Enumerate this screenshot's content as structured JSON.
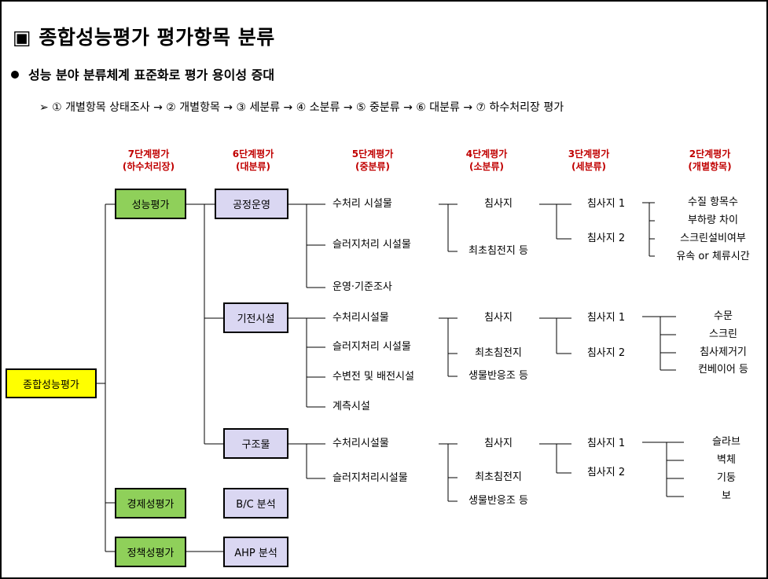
{
  "title": "▣ 종합성능평가 평가항목 분류",
  "bullet": "성능 분야 분류체계 표준화로 평가 용이성 증대",
  "process": "➢ ① 개별항목 상태조사 → ② 개별항목 → ③ 세분류 → ④ 소분류 → ⑤ 중분류 → ⑥ 대분류 → ⑦ 하수처리장 평가",
  "headers": {
    "h7": {
      "line1": "7단계평가",
      "line2": "(하수처리장)"
    },
    "h6": {
      "line1": "6단계평가",
      "line2": "(대분류)"
    },
    "h5": {
      "line1": "5단계평가",
      "line2": "(중분류)"
    },
    "h4": {
      "line1": "4단계평가",
      "line2": "(소분류)"
    },
    "h3": {
      "line1": "3단계평가",
      "line2": "(세분류)"
    },
    "h2": {
      "line1": "2단계평가",
      "line2": "(개별항목)"
    }
  },
  "root": "종합성능평가",
  "l7": {
    "performance": "성능평가",
    "economic": "경제성평가",
    "policy": "정책성평가"
  },
  "l6": {
    "process": "공정운영",
    "electro": "기전시설",
    "structure": "구조물",
    "bc": "B/C 분석",
    "ahp": "AHP 분석"
  },
  "group1": {
    "mid": [
      "수처리 시설물",
      "슬러지처리 시설물",
      "운영·기준조사"
    ],
    "small": [
      "침사지",
      "최초침전지 등"
    ],
    "fine": [
      "침사지 1",
      "침사지 2"
    ],
    "items": [
      "수질 항목수",
      "부하량 차이",
      "스크린설비여부",
      "유속 or 체류시간"
    ]
  },
  "group2": {
    "mid": [
      "수처리시설물",
      "슬러지처리 시설물",
      "수변전 및 배전시설",
      "계측시설"
    ],
    "small": [
      "침사지",
      "최초침전지",
      "생물반응조 등"
    ],
    "fine": [
      "침사지 1",
      "침사지 2"
    ],
    "items": [
      "수문",
      "스크린",
      "침사제거기",
      "컨베이어 등"
    ]
  },
  "group3": {
    "mid": [
      "수처리시설물",
      "슬러지처리시설물"
    ],
    "small": [
      "침사지",
      "최초침전지",
      "생물반응조 등"
    ],
    "fine": [
      "침사지 1",
      "침사지 2"
    ],
    "items": [
      "슬라브",
      "벽체",
      "기둥",
      "보"
    ]
  }
}
